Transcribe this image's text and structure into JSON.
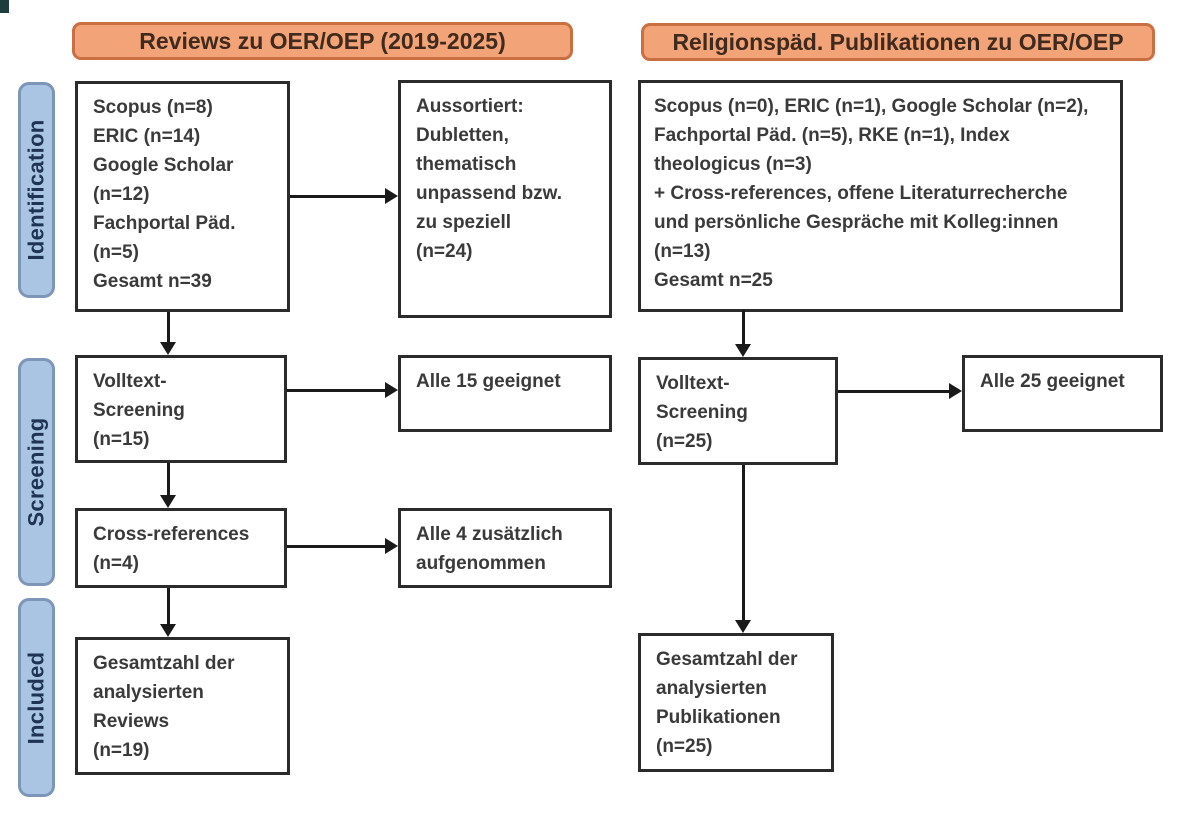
{
  "diagram": {
    "headers": {
      "reviews": "Reviews zu OER/OEP (2019-2025)",
      "publications": "Religionspäd. Publikationen zu OER/OEP"
    },
    "stages": {
      "identification": "Identification",
      "screening": "Screening",
      "included": "Included"
    },
    "boxes": {
      "reviews_sources": {
        "lines": [
          "Scopus (n=8)",
          "ERIC (n=14)",
          "Google Scholar",
          "(n=12)",
          "Fachportal Päd.",
          "(n=5)",
          "Gesamt n=39"
        ]
      },
      "reviews_excluded": {
        "lines": [
          "Aussortiert:",
          "Dubletten,",
          "thematisch",
          "unpassend bzw.",
          "zu speziell",
          "(n=24)"
        ]
      },
      "reviews_fulltext": {
        "lines": [
          "Volltext-",
          "Screening",
          "(n=15)"
        ]
      },
      "reviews_eligible": {
        "lines": [
          "Alle 15 geeignet"
        ]
      },
      "reviews_crossref": {
        "lines": [
          "Cross-references",
          "(n=4)"
        ]
      },
      "reviews_added": {
        "lines": [
          "Alle 4 zusätzlich",
          "aufgenommen"
        ]
      },
      "reviews_total": {
        "lines": [
          "Gesamtzahl der",
          "analysierten",
          "Reviews",
          "(n=19)"
        ]
      },
      "pubs_sources": {
        "lines": [
          "Scopus (n=0), ERIC (n=1), Google Scholar (n=2),",
          "Fachportal Päd. (n=5), RKE (n=1), Index",
          "theologicus (n=3)",
          "+ Cross-references, offene Literaturrecherche",
          "und persönliche Gespräche mit Kolleg:innen",
          "(n=13)",
          "Gesamt n=25"
        ]
      },
      "pubs_fulltext": {
        "lines": [
          "Volltext-",
          "Screening",
          "(n=25)"
        ]
      },
      "pubs_eligible": {
        "lines": [
          "Alle 25 geeignet"
        ]
      },
      "pubs_total": {
        "lines": [
          "Gesamtzahl der",
          "analysierten",
          "Publikationen",
          "(n=25)"
        ]
      }
    },
    "colors": {
      "header_fill": "#F2A377",
      "header_border": "#C96F41",
      "header_text": "#3F2A1D",
      "stage_fill": "#AAC5E4",
      "stage_border": "#7D96B8",
      "stage_text": "#1F3455",
      "box_border": "#2B2B2B",
      "box_text": "#3A3A3A",
      "arrow": "#1A1A1A"
    }
  }
}
